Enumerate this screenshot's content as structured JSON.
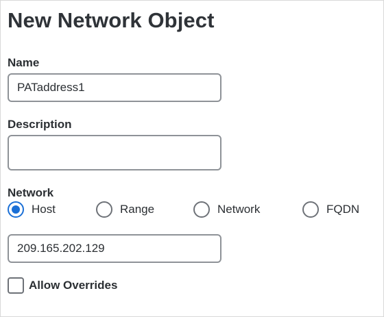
{
  "dialog": {
    "title": "New Network Object"
  },
  "name_field": {
    "label": "Name",
    "value": "PATaddress1",
    "placeholder": ""
  },
  "description_field": {
    "label": "Description",
    "value": "",
    "placeholder": ""
  },
  "network_field": {
    "label": "Network",
    "selected": "Host",
    "options": [
      {
        "label": "Host",
        "checked": true
      },
      {
        "label": "Range",
        "checked": false
      },
      {
        "label": "Network",
        "checked": false
      },
      {
        "label": "FQDN",
        "checked": false
      }
    ],
    "value": "209.165.202.129"
  },
  "allow_overrides": {
    "label": "Allow Overrides",
    "checked": false
  },
  "colors": {
    "accent": "#1a6fd6",
    "border": "#8e9297",
    "text": "#2b2f33"
  },
  "icons": {
    "radio_checked": "radio-checked-icon",
    "radio_unchecked": "radio-unchecked-icon",
    "checkbox_unchecked": "checkbox-unchecked-icon"
  }
}
